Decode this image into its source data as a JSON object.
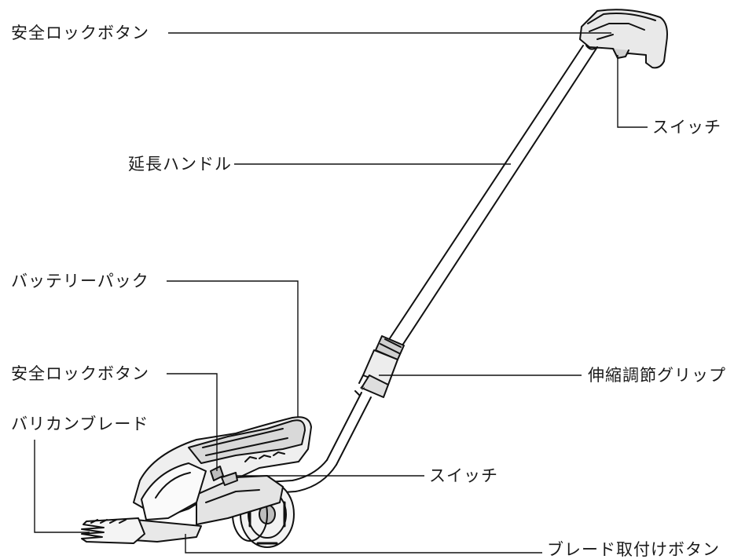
{
  "labels": {
    "safety_lock_top": "安全ロックボタン",
    "switch_top": "スイッチ",
    "extension_handle": "延長ハンドル",
    "battery_pack": "バッテリーパック",
    "safety_lock_body": "安全ロックボタン",
    "shear_blade": "バリカンブレード",
    "telescopic_grip": "伸縮調節グリップ",
    "switch_body": "スイッチ",
    "blade_release": "ブレード取付けボタン"
  }
}
